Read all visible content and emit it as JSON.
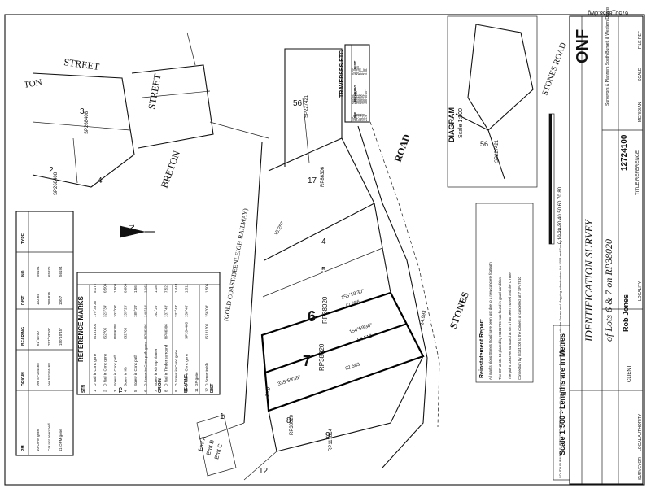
{
  "corner_code": "6750_8858.dwg",
  "streets": {
    "street_top_left": "STREET",
    "street_fragment": "TON",
    "breton": "BRETON",
    "street_mid": "STREET",
    "stones_road": "ROAD",
    "stones_top": "STONES",
    "stones_bottom": "STONES",
    "railway": "(GOLD COAST/BEENLEIGH RAILWAY)"
  },
  "lots": {
    "lot6": "6",
    "lot7": "7",
    "plan6": "RP38020",
    "plan7": "RP38020",
    "lot17": "17",
    "lot56": "56",
    "lot8": "8",
    "lot9": "9",
    "lot4": "4",
    "lot5": "5",
    "lot3": "3",
    "lot2": "2",
    "lot12": "12",
    "lot1": "1",
    "plan17": "RP86306",
    "plan56": "SP227421",
    "plan8": "RP38020",
    "plan9": "RP117814",
    "plan3": "SP268408",
    "plan2": "SP268408"
  },
  "measurements": {
    "d1": "335°59'35\"",
    "d2": "155°59'30\"",
    "d3": "154°59'30\"",
    "d4": "47.656",
    "d5": "54.512",
    "d6": "62.563",
    "d7": "19.9",
    "d8": "15.257",
    "d9": "14.993"
  },
  "traverses": {
    "title": "TRAVERSES ETC",
    "headers": [
      "LINE",
      "BEARING",
      "DIST"
    ],
    "rows": [
      [
        "9-8",
        "243°30'",
        "8.653"
      ],
      [
        "10-9",
        "270°00'",
        "10.0"
      ],
      [
        "15-17",
        "339°00'30\"",
        "20.0"
      ],
      [
        "17-18",
        "354°13'",
        "20.185"
      ],
      [
        "18-19",
        "359°40'",
        "5.601"
      ],
      [
        "19-20",
        "359°50'",
        "6.0"
      ],
      [
        "20-21",
        "336°01'",
        "5.687"
      ],
      [
        "21-9",
        "336°46'40\"",
        "5.687"
      ]
    ]
  },
  "diagram": {
    "title": "DIAGRAM",
    "scale": "Scale 1:500",
    "road": "STONES ROAD",
    "lot": "56",
    "plan": "SP227421"
  },
  "reference_marks": {
    "title": "REFERENCE MARKS",
    "headers": [
      "STN",
      "TO",
      "ORIGIN",
      "BEARING",
      "DIST"
    ],
    "rows": [
      [
        "1",
        "O Nail in Conc gone",
        "IS181601",
        "179°33'35\"",
        "5.172"
      ],
      [
        "2",
        "O Nail in Conc gone",
        "IS2705",
        "323°34'",
        "0.504"
      ],
      [
        "3",
        "Screw in Conc path",
        "RP86308",
        "103°00'",
        "1.506"
      ],
      [
        "4",
        "Screw in Kb",
        "IS2705",
        "153°20'",
        "0.604"
      ],
      [
        "5",
        "Screw in Conc path",
        "",
        "189°20'",
        "1.56"
      ],
      [
        "6",
        "O Screw in Conc path gone",
        "RP86306",
        "149°10'",
        "1.161"
      ],
      [
        "7",
        "Screw in Kb top planter",
        "",
        "162°20'",
        "1.18"
      ],
      [
        "8",
        "O Nail in Timber surround",
        "RP86306",
        "137°48'",
        "7.52"
      ],
      [
        "9",
        "O Screw in Conc gone",
        "",
        "337°48'",
        "1.448"
      ],
      [
        "10",
        "O Nail in Conc gone",
        "SP184468",
        "156°43'",
        "1.511"
      ],
      [
        "11",
        "GP gone",
        "",
        "",
        ""
      ],
      [
        "12",
        "O Screw in Kb",
        "IS181706",
        "156°08'",
        "1.505"
      ]
    ]
  },
  "pm_table": {
    "headers": [
      "PM",
      "ORIGIN",
      "BEARING",
      "DIST",
      "NO",
      "TYPE"
    ],
    "rows": [
      [
        "10-OPM gone",
        "per SP184468",
        "61°43'00\"",
        "132.64",
        "56194",
        ""
      ],
      [
        "Car not searched",
        "per SP184468",
        "257°03'50\"",
        "289.875",
        "65875",
        ""
      ],
      [
        "11-OPM gone",
        "",
        "150°10'45\"",
        "100.7",
        "56194",
        ""
      ]
    ]
  },
  "title_block": {
    "title": "IDENTIFICATION SURVEY",
    "subtitle": "of Lots 6 & 7 on RP38020",
    "scale_line": "Scale 1:500  -  Lengths are in Metres",
    "client_label": "CLIENT",
    "client": "Rob Jones",
    "ref_label": "TITLE REFERENCE",
    "ref": "12724100",
    "surveyor_label": "SURVEYOR",
    "local_authority_label": "LOCAL AUTHORITY",
    "locality_label": "LOCALITY",
    "meridian_label": "MERIDIAN",
    "scale_label": "SCALE",
    "file_ref_label": "FILE REF",
    "company": "ONF",
    "company_address": "Surveyors & Planners  South Burnett & Western Downs"
  },
  "notes": {
    "title": "Reinstatement Report",
    "lines": [
      "All marks along Stones Road have been lost due to a new concrete footpath",
      "The OP at stn 13 placed by IS181706 was found in good condition",
      "The point concrete surround at stn 4 has been moved and the O note",
      "Connection by IS181706 to the corners of cancelled lot 7 SP47610"
    ]
  },
  "certificate": "SOUTH BURNETT SURVEYS PTY LTD hereby certify that the survey was performed in accordance with the Survey and Mapping Infrastructure Act 2003 and Survey Standards",
  "marks": {
    "ominus": "O Mk",
    "scale_bar": "0 10 20 30 40 50 60 70 80",
    "north": "N"
  },
  "emt": [
    "Emt A",
    "Emt B",
    "Emt C"
  ]
}
